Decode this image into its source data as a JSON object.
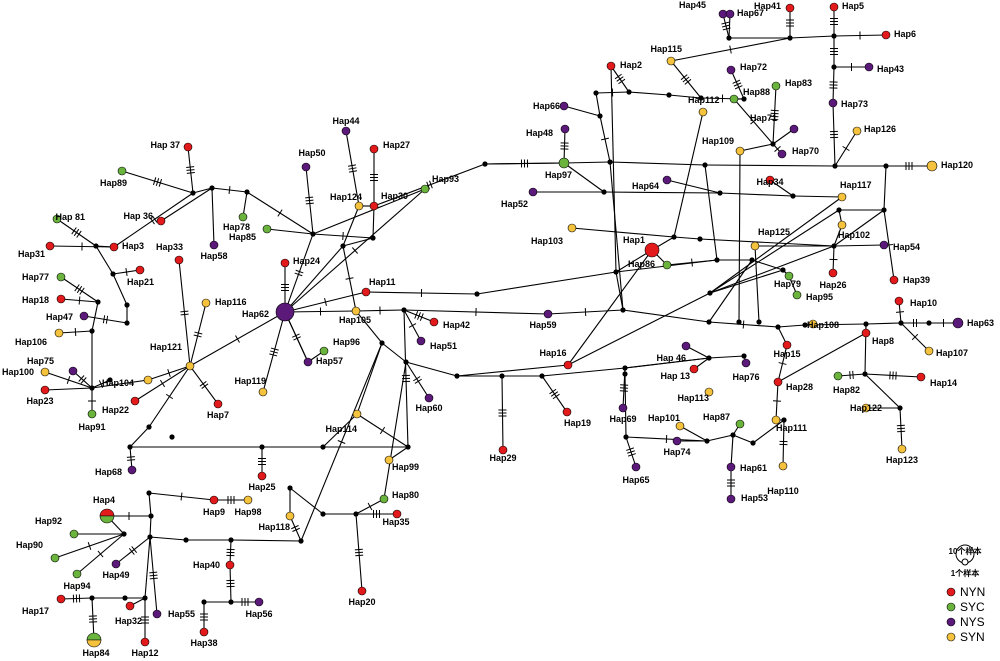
{
  "colors": {
    "NYN": "#e31a1c",
    "SYC": "#6ab43e",
    "NYS": "#5b1a7a",
    "SYN": "#f4c23c",
    "edge": "#000000",
    "node": "#000000"
  },
  "legend": {
    "size_large": "10个样本",
    "size_small": "1个样本",
    "groups": [
      {
        "key": "NYN",
        "label": "NYN"
      },
      {
        "key": "SYC",
        "label": "SYC"
      },
      {
        "key": "NYS",
        "label": "NYS"
      },
      {
        "key": "SYN",
        "label": "SYN"
      }
    ]
  },
  "haplotypes": [
    {
      "id": "hap-45",
      "label": "Hap45",
      "groups": [
        "NYS"
      ]
    },
    {
      "id": "hap-67",
      "label": "Hap67",
      "groups": [
        "NYS"
      ]
    },
    {
      "id": "hap-41",
      "label": "Hap41",
      "groups": [
        "NYN"
      ]
    },
    {
      "id": "hap-5",
      "label": "Hap5",
      "groups": [
        "NYN"
      ]
    },
    {
      "id": "hap-6",
      "label": "Hap6",
      "groups": [
        "NYN"
      ]
    },
    {
      "id": "hap-43",
      "label": "Hap43",
      "groups": [
        "NYS"
      ]
    },
    {
      "id": "hap-115",
      "label": "Hap115",
      "groups": [
        "SYN"
      ]
    },
    {
      "id": "hap-2",
      "label": "Hap2",
      "groups": [
        "NYN"
      ]
    },
    {
      "id": "hap-72",
      "label": "Hap72",
      "groups": [
        "NYS"
      ]
    },
    {
      "id": "hap-83",
      "label": "Hap83",
      "groups": [
        "SYC"
      ]
    },
    {
      "id": "hap-88",
      "label": "Hap88",
      "groups": [
        "SYC"
      ]
    },
    {
      "id": "hap-112",
      "label": "Hap112",
      "groups": [
        "SYN"
      ]
    },
    {
      "id": "hap-73",
      "label": "Hap73",
      "groups": [
        "NYS"
      ]
    },
    {
      "id": "hap-66",
      "label": "Hap66",
      "groups": [
        "NYS"
      ]
    },
    {
      "id": "hap-71",
      "label": "Hap71",
      "groups": [
        "NYS"
      ]
    },
    {
      "id": "hap-126",
      "label": "Hap126",
      "groups": [
        "SYN"
      ]
    },
    {
      "id": "hap-48",
      "label": "Hap48",
      "groups": [
        "NYS"
      ]
    },
    {
      "id": "hap-109",
      "label": "Hap109",
      "groups": [
        "SYN"
      ]
    },
    {
      "id": "hap-70",
      "label": "Hap70",
      "groups": [
        "NYS"
      ]
    },
    {
      "id": "hap-44",
      "label": "Hap44",
      "groups": [
        "NYS"
      ]
    },
    {
      "id": "hap-37",
      "label": "Hap 37",
      "groups": [
        "NYN"
      ]
    },
    {
      "id": "hap-27",
      "label": "Hap27",
      "groups": [
        "NYN"
      ]
    },
    {
      "id": "hap-50",
      "label": "Hap50",
      "groups": [
        "NYS"
      ]
    },
    {
      "id": "hap-97",
      "label": "Hap97",
      "groups": [
        "SYC"
      ]
    },
    {
      "id": "hap-120",
      "label": "Hap120",
      "groups": [
        "SYN"
      ]
    },
    {
      "id": "hap-89",
      "label": "Hap89",
      "groups": [
        "SYC"
      ]
    },
    {
      "id": "hap-93",
      "label": "Hap93",
      "groups": [
        "SYC"
      ]
    },
    {
      "id": "hap-34",
      "label": "Hap34",
      "groups": [
        "NYN"
      ]
    },
    {
      "id": "hap-117",
      "label": "Hap117",
      "groups": [
        "SYN"
      ]
    },
    {
      "id": "hap-64",
      "label": "Hap64",
      "groups": [
        "NYS"
      ]
    },
    {
      "id": "hap-52",
      "label": "Hap52",
      "groups": [
        "NYS"
      ]
    },
    {
      "id": "hap-124",
      "label": "Hap124",
      "groups": [
        "SYN"
      ]
    },
    {
      "id": "hap-30",
      "label": "Hap30",
      "groups": [
        "NYN"
      ]
    },
    {
      "id": "hap-36",
      "label": "Hap 36",
      "groups": [
        "NYN"
      ]
    },
    {
      "id": "hap-78",
      "label": "Hap78",
      "groups": [
        "SYC"
      ]
    },
    {
      "id": "hap-85",
      "label": "Hap85",
      "groups": [
        "SYC"
      ]
    },
    {
      "id": "hap-81",
      "label": "Hap  81",
      "groups": [
        "SYC"
      ]
    },
    {
      "id": "hap-103",
      "label": "Hap103",
      "groups": [
        "SYN"
      ]
    },
    {
      "id": "hap-102",
      "label": "Hap102",
      "groups": [
        "SYN"
      ]
    },
    {
      "id": "hap-125",
      "label": "Hap125",
      "groups": [
        "SYN"
      ]
    },
    {
      "id": "hap-1",
      "label": "Hap1",
      "groups": [
        "NYN"
      ]
    },
    {
      "id": "hap-54",
      "label": "Hap54",
      "groups": [
        "NYS"
      ]
    },
    {
      "id": "hap-3",
      "label": "Hap3",
      "groups": [
        "NYN"
      ]
    },
    {
      "id": "hap-31",
      "label": "Hap31",
      "groups": [
        "NYN"
      ]
    },
    {
      "id": "hap-33",
      "label": "Hap33",
      "groups": [
        "NYN"
      ]
    },
    {
      "id": "hap-58",
      "label": "Hap58",
      "groups": [
        "NYS"
      ]
    },
    {
      "id": "hap-86",
      "label": "Hap86",
      "groups": [
        "SYC"
      ]
    },
    {
      "id": "hap-24",
      "label": "Hap24",
      "groups": [
        "NYN"
      ]
    },
    {
      "id": "hap-79",
      "label": "Hap79",
      "groups": [
        "SYC"
      ]
    },
    {
      "id": "hap-26",
      "label": "Hap26",
      "groups": [
        "NYN"
      ]
    },
    {
      "id": "hap-39",
      "label": "Hap39",
      "groups": [
        "NYN"
      ]
    },
    {
      "id": "hap-77",
      "label": "Hap77",
      "groups": [
        "SYC"
      ]
    },
    {
      "id": "hap-21",
      "label": "Hap21",
      "groups": [
        "NYN"
      ]
    },
    {
      "id": "hap-11",
      "label": "Hap11",
      "groups": [
        "NYN"
      ]
    },
    {
      "id": "hap-95",
      "label": "Hap95",
      "groups": [
        "SYC"
      ]
    },
    {
      "id": "hap-10",
      "label": "Hap10",
      "groups": [
        "NYN"
      ]
    },
    {
      "id": "hap-18",
      "label": "Hap18",
      "groups": [
        "NYN"
      ]
    },
    {
      "id": "hap-116",
      "label": "Hap116",
      "groups": [
        "SYN"
      ]
    },
    {
      "id": "hap-62",
      "label": "Hap62",
      "groups": [
        "NYS"
      ]
    },
    {
      "id": "hap-105",
      "label": "Hap105",
      "groups": [
        "SYN"
      ]
    },
    {
      "id": "hap-42",
      "label": "Hap42",
      "groups": [
        "NYN"
      ]
    },
    {
      "id": "hap-59",
      "label": "Hap59",
      "groups": [
        "NYS"
      ]
    },
    {
      "id": "hap-108",
      "label": "Hap108",
      "groups": [
        "SYN"
      ]
    },
    {
      "id": "hap-63",
      "label": "Hap63",
      "groups": [
        "NYS"
      ]
    },
    {
      "id": "hap-47",
      "label": "Hap47",
      "groups": [
        "NYS"
      ]
    },
    {
      "id": "hap-106",
      "label": "Hap106",
      "groups": [
        "SYN"
      ]
    },
    {
      "id": "hap-121",
      "label": "Hap121",
      "groups": [
        "SYN"
      ]
    },
    {
      "id": "hap-96",
      "label": "Hap96",
      "groups": [
        "SYC"
      ]
    },
    {
      "id": "hap-57",
      "label": "Hap57",
      "groups": [
        "NYS"
      ]
    },
    {
      "id": "hap-51",
      "label": "Hap51",
      "groups": [
        "NYS"
      ]
    },
    {
      "id": "hap-16",
      "label": "Hap16",
      "groups": [
        "NYN"
      ]
    },
    {
      "id": "hap-15",
      "label": "Hap15",
      "groups": [
        "NYN"
      ]
    },
    {
      "id": "hap-8",
      "label": "Hap8",
      "groups": [
        "NYN"
      ]
    },
    {
      "id": "hap-107",
      "label": "Hap107",
      "groups": [
        "SYN"
      ]
    },
    {
      "id": "hap-46",
      "label": "Hap  46",
      "groups": [
        "NYS"
      ]
    },
    {
      "id": "hap-75",
      "label": "Hap75",
      "groups": [
        "NYS"
      ]
    },
    {
      "id": "hap-100",
      "label": "Hap100",
      "groups": [
        "SYN"
      ]
    },
    {
      "id": "hap-104",
      "label": "Hap104",
      "groups": [
        "SYN"
      ]
    },
    {
      "id": "hap-13",
      "label": "Hap  13",
      "groups": [
        "NYN"
      ]
    },
    {
      "id": "hap-76",
      "label": "Hap76",
      "groups": [
        "NYS"
      ]
    },
    {
      "id": "hap-82",
      "label": "Hap82",
      "groups": [
        "SYC"
      ]
    },
    {
      "id": "hap-14",
      "label": "Hap14",
      "groups": [
        "NYN"
      ]
    },
    {
      "id": "hap-23",
      "label": "Hap23",
      "groups": [
        "NYN"
      ]
    },
    {
      "id": "hap-22",
      "label": "Hap22",
      "groups": [
        "NYN"
      ]
    },
    {
      "id": "hap-119",
      "label": "Hap119",
      "groups": [
        "SYN"
      ]
    },
    {
      "id": "hap-7",
      "label": "Hap7",
      "groups": [
        "NYN"
      ]
    },
    {
      "id": "hap-60",
      "label": "Hap60",
      "groups": [
        "NYS"
      ]
    },
    {
      "id": "hap-28",
      "label": "Hap28",
      "groups": [
        "NYN"
      ]
    },
    {
      "id": "hap-113",
      "label": "Hap113",
      "groups": [
        "SYN"
      ]
    },
    {
      "id": "hap-122",
      "label": "Hap122",
      "groups": [
        "SYN"
      ]
    },
    {
      "id": "hap-91",
      "label": "Hap91",
      "groups": [
        "SYC"
      ]
    },
    {
      "id": "hap-114",
      "label": "Hap114",
      "groups": [
        "SYN"
      ]
    },
    {
      "id": "hap-69",
      "label": "Hap69",
      "groups": [
        "NYS"
      ]
    },
    {
      "id": "hap-19",
      "label": "Hap19",
      "groups": [
        "NYN"
      ]
    },
    {
      "id": "hap-101",
      "label": "Hap101",
      "groups": [
        "SYN"
      ]
    },
    {
      "id": "hap-87",
      "label": "Hap87",
      "groups": [
        "SYC"
      ]
    },
    {
      "id": "hap-111",
      "label": "Hap111",
      "groups": [
        "SYN"
      ]
    },
    {
      "id": "hap-29",
      "label": "Hap29",
      "groups": [
        "NYN"
      ]
    },
    {
      "id": "hap-74",
      "label": "Hap74",
      "groups": [
        "NYS"
      ]
    },
    {
      "id": "hap-123",
      "label": "Hap123",
      "groups": [
        "SYN"
      ]
    },
    {
      "id": "hap-68",
      "label": "Hap68",
      "groups": [
        "NYS"
      ]
    },
    {
      "id": "hap-99",
      "label": "Hap99",
      "groups": [
        "SYN"
      ]
    },
    {
      "id": "hap-61",
      "label": "Hap61",
      "groups": [
        "NYS"
      ]
    },
    {
      "id": "hap-25",
      "label": "Hap25",
      "groups": [
        "NYN"
      ]
    },
    {
      "id": "hap-65",
      "label": "Hap65",
      "groups": [
        "NYS"
      ]
    },
    {
      "id": "hap-110",
      "label": "Hap110",
      "groups": [
        "SYN"
      ]
    },
    {
      "id": "hap-4",
      "label": "Hap4",
      "groups": [
        "NYN",
        "SYC"
      ]
    },
    {
      "id": "hap-9",
      "label": "Hap9",
      "groups": [
        "NYN"
      ]
    },
    {
      "id": "hap-98",
      "label": "Hap98",
      "groups": [
        "SYN"
      ]
    },
    {
      "id": "hap-80",
      "label": "Hap80",
      "groups": [
        "SYC"
      ]
    },
    {
      "id": "hap-53",
      "label": "Hap53",
      "groups": [
        "NYS"
      ]
    },
    {
      "id": "hap-92",
      "label": "Hap92",
      "groups": [
        "SYC"
      ]
    },
    {
      "id": "hap-118",
      "label": "Hap118",
      "groups": [
        "SYN"
      ]
    },
    {
      "id": "hap-35",
      "label": "Hap35",
      "groups": [
        "NYN"
      ]
    },
    {
      "id": "hap-90",
      "label": "Hap90",
      "groups": [
        "SYC"
      ]
    },
    {
      "id": "hap-49",
      "label": "Hap49",
      "groups": [
        "NYS"
      ]
    },
    {
      "id": "hap-94",
      "label": "Hap94",
      "groups": [
        "SYC"
      ]
    },
    {
      "id": "hap-40",
      "label": "Hap40",
      "groups": [
        "NYN"
      ]
    },
    {
      "id": "hap-17",
      "label": "Hap17",
      "groups": [
        "NYN"
      ]
    },
    {
      "id": "hap-32",
      "label": "Hap32",
      "groups": [
        "NYN"
      ]
    },
    {
      "id": "hap-55",
      "label": "Hap55",
      "groups": [
        "NYS"
      ]
    },
    {
      "id": "hap-56",
      "label": "Hap56",
      "groups": [
        "NYS"
      ]
    },
    {
      "id": "hap-20",
      "label": "Hap20",
      "groups": [
        "NYN"
      ]
    },
    {
      "id": "hap-84",
      "label": "Hap84",
      "groups": [
        "SYC",
        "SYN"
      ]
    },
    {
      "id": "hap-12",
      "label": "Hap12",
      "groups": [
        "NYN"
      ]
    },
    {
      "id": "hap-38",
      "label": "Hap38",
      "groups": [
        "NYN"
      ]
    }
  ]
}
